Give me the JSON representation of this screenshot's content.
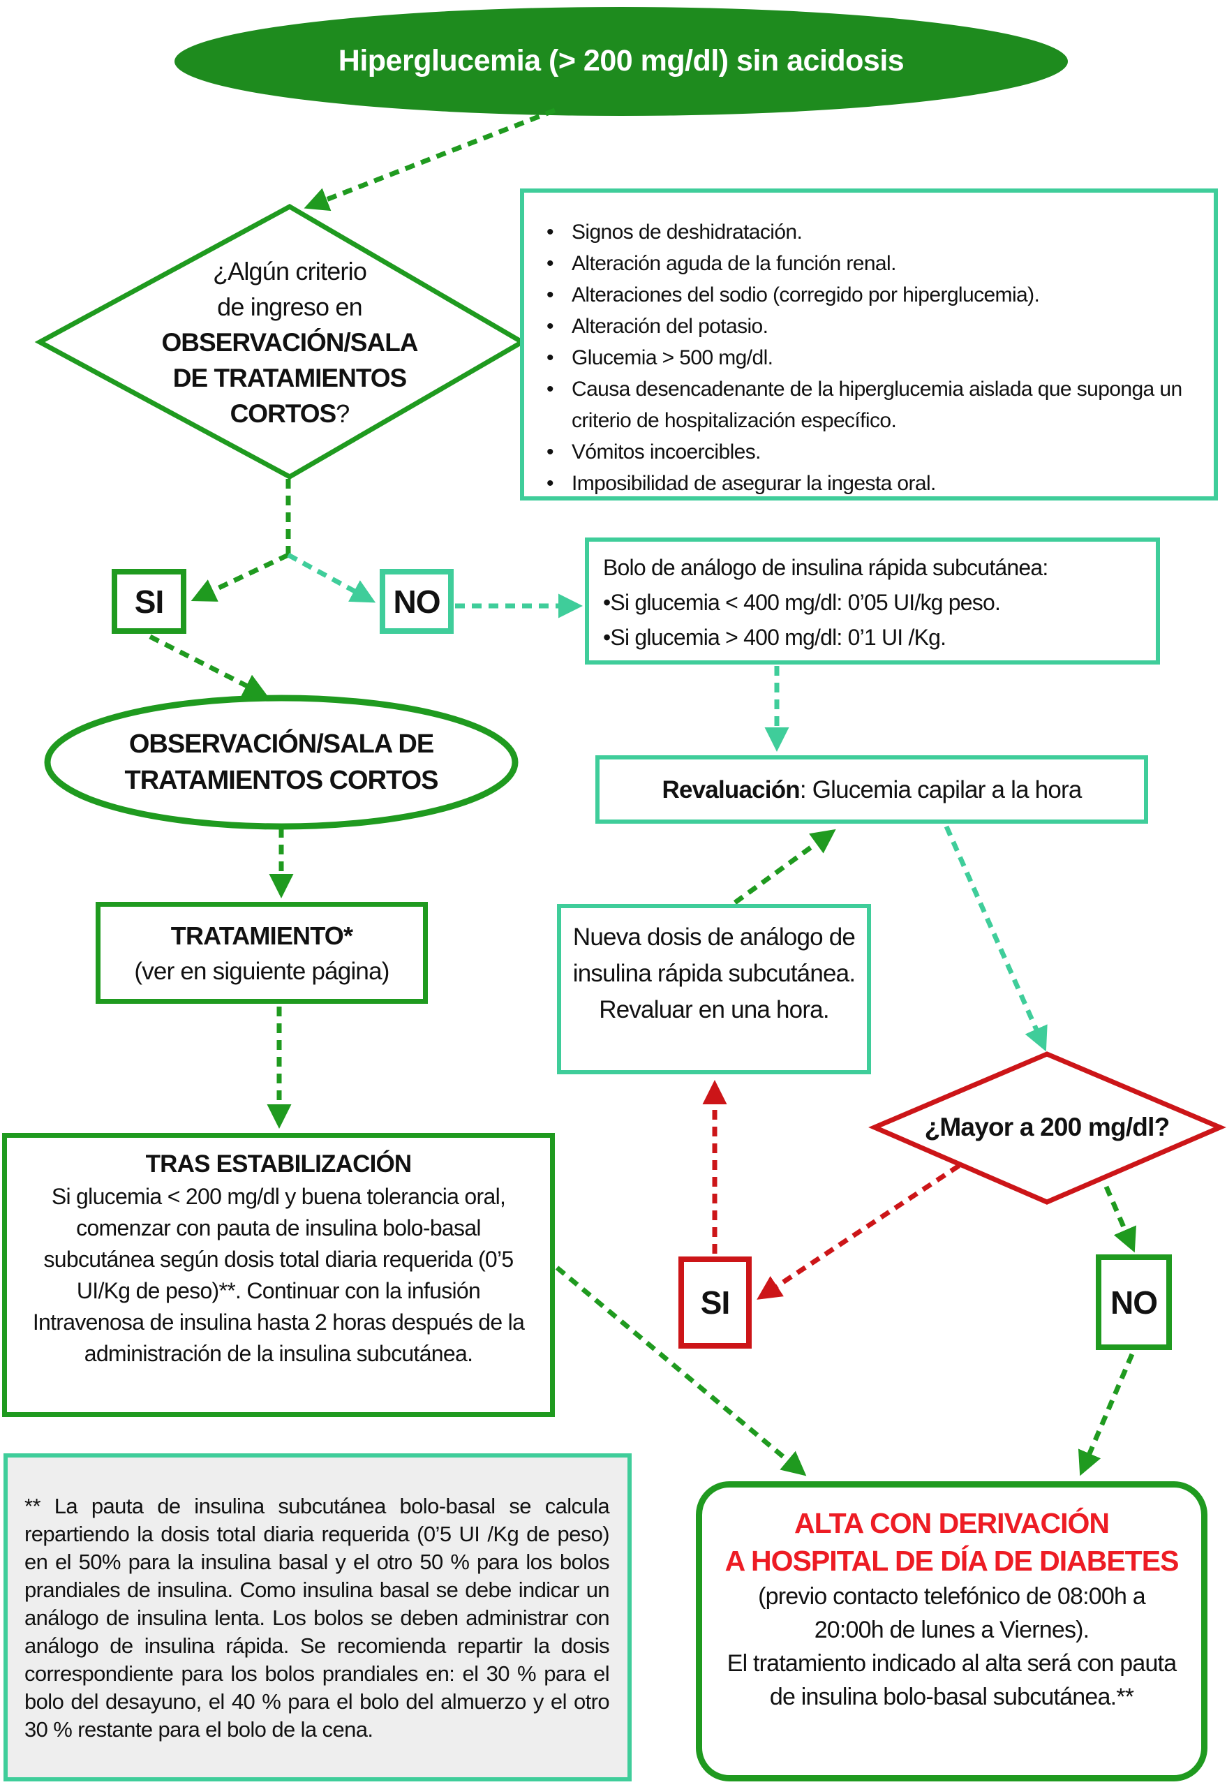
{
  "colors": {
    "dark_green": "#1f9a1f",
    "ellipse_fill": "#1e8b1e",
    "teal": "#3fcd9a",
    "red": "#cc1518",
    "alta_title_red": "#ed1c24",
    "footnote_bg": "#eeeeee"
  },
  "labels": {
    "si": "SI",
    "no": "NO"
  },
  "start": {
    "text": "Hiperglucemia (> 200 mg/dl) sin acidosis"
  },
  "decision_ingreso": {
    "q1": "¿Algún criterio",
    "q2": "de ingreso en",
    "q3": "OBSERVACIÓN/SALA",
    "q4": "DE TRATAMIENTOS",
    "q5": "CORTOS",
    "q5_suffix": "?"
  },
  "criteria": {
    "items": [
      "Signos de deshidratación.",
      "Alteración aguda de la función renal.",
      "Alteraciones del sodio (corregido por hiperglucemia).",
      "Alteración del potasio.",
      "Glucemia > 500 mg/dl.",
      "Causa desencadenante de la hiperglucemia aislada que suponga un criterio de hospitalización específico.",
      "Vómitos incoercibles.",
      "Imposibilidad de asegurar la ingesta oral."
    ]
  },
  "bolo": {
    "title": "Bolo de análogo de insulina rápida subcutánea:",
    "item1": "•Si glucemia < 400 mg/dl: 0’05 UI/kg peso.",
    "item2": "•Si glucemia > 400 mg/dl: 0’1 UI /Kg."
  },
  "observacion": {
    "line1": "OBSERVACIÓN/SALA DE",
    "line2": "TRATAMIENTOS CORTOS"
  },
  "revaluacion": {
    "bold": "Revaluación",
    "rest": ": Glucemia capilar a la hora"
  },
  "tratamiento": {
    "title": "TRATAMIENTO*",
    "subtitle": "(ver en siguiente página)"
  },
  "nueva_dosis": {
    "text": "Nueva dosis de análogo de insulina rápida subcutánea. Revaluar en una hora."
  },
  "decision_mayor": {
    "text": "¿Mayor a 200 mg/dl?"
  },
  "tras": {
    "title": "TRAS ESTABILIZACIÓN",
    "body": "Si glucemia < 200 mg/dl y buena tolerancia oral, comenzar con pauta de insulina bolo-basal subcutánea según dosis total diaria requerida (0’5 UI/Kg de peso)**. Continuar con la infusión Intravenosa de insulina hasta 2 horas después de la administración de la insulina subcutánea."
  },
  "footnote": {
    "text": "** La pauta de insulina subcutánea bolo-basal se calcula repartiendo la dosis total diaria requerida (0’5 UI /Kg de peso) en el 50% para la insulina basal y el otro 50 % para los bolos prandiales de insulina. Como insulina basal se debe indicar un análogo de insulina lenta. Los bolos se deben administrar con análogo de insulina rápida. Se recomienda repartir la dosis correspondiente para los bolos prandiales en: el 30 % para el bolo del desayuno, el 40 % para el bolo del almuerzo y el otro 30 % restante para el bolo de la cena."
  },
  "alta": {
    "title1": "ALTA CON DERIVACIÓN",
    "title2": "A HOSPITAL DE DÍA DE DIABETES",
    "body1": "(previo contacto telefónico de 08:00h a 20:00h de lunes a Viernes).",
    "body2": "El tratamiento indicado al alta será con pauta de insulina bolo-basal subcutánea.**"
  }
}
